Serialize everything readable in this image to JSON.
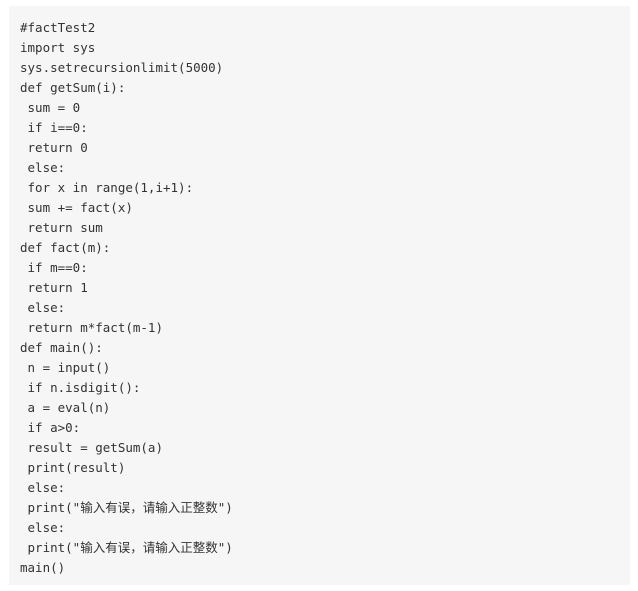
{
  "code": {
    "lines": [
      "#factTest2",
      "import sys",
      "sys.setrecursionlimit(5000)",
      "def getSum(i):",
      " sum = 0",
      " if i==0:",
      " return 0",
      " else:",
      " for x in range(1,i+1):",
      " sum += fact(x)",
      " return sum",
      "def fact(m):",
      " if m==0:",
      " return 1",
      " else:",
      " return m*fact(m-1)",
      "def main():",
      " n = input()",
      " if n.isdigit():",
      " a = eval(n)",
      " if a>0:",
      " result = getSum(a)",
      " print(result)",
      " else:",
      " print(\"输入有误，请输入正整数\")",
      " else:",
      " print(\"输入有误，请输入正整数\")",
      "main()"
    ]
  },
  "colors": {
    "code_background": "#f6f6f6",
    "code_text": "#333333"
  }
}
